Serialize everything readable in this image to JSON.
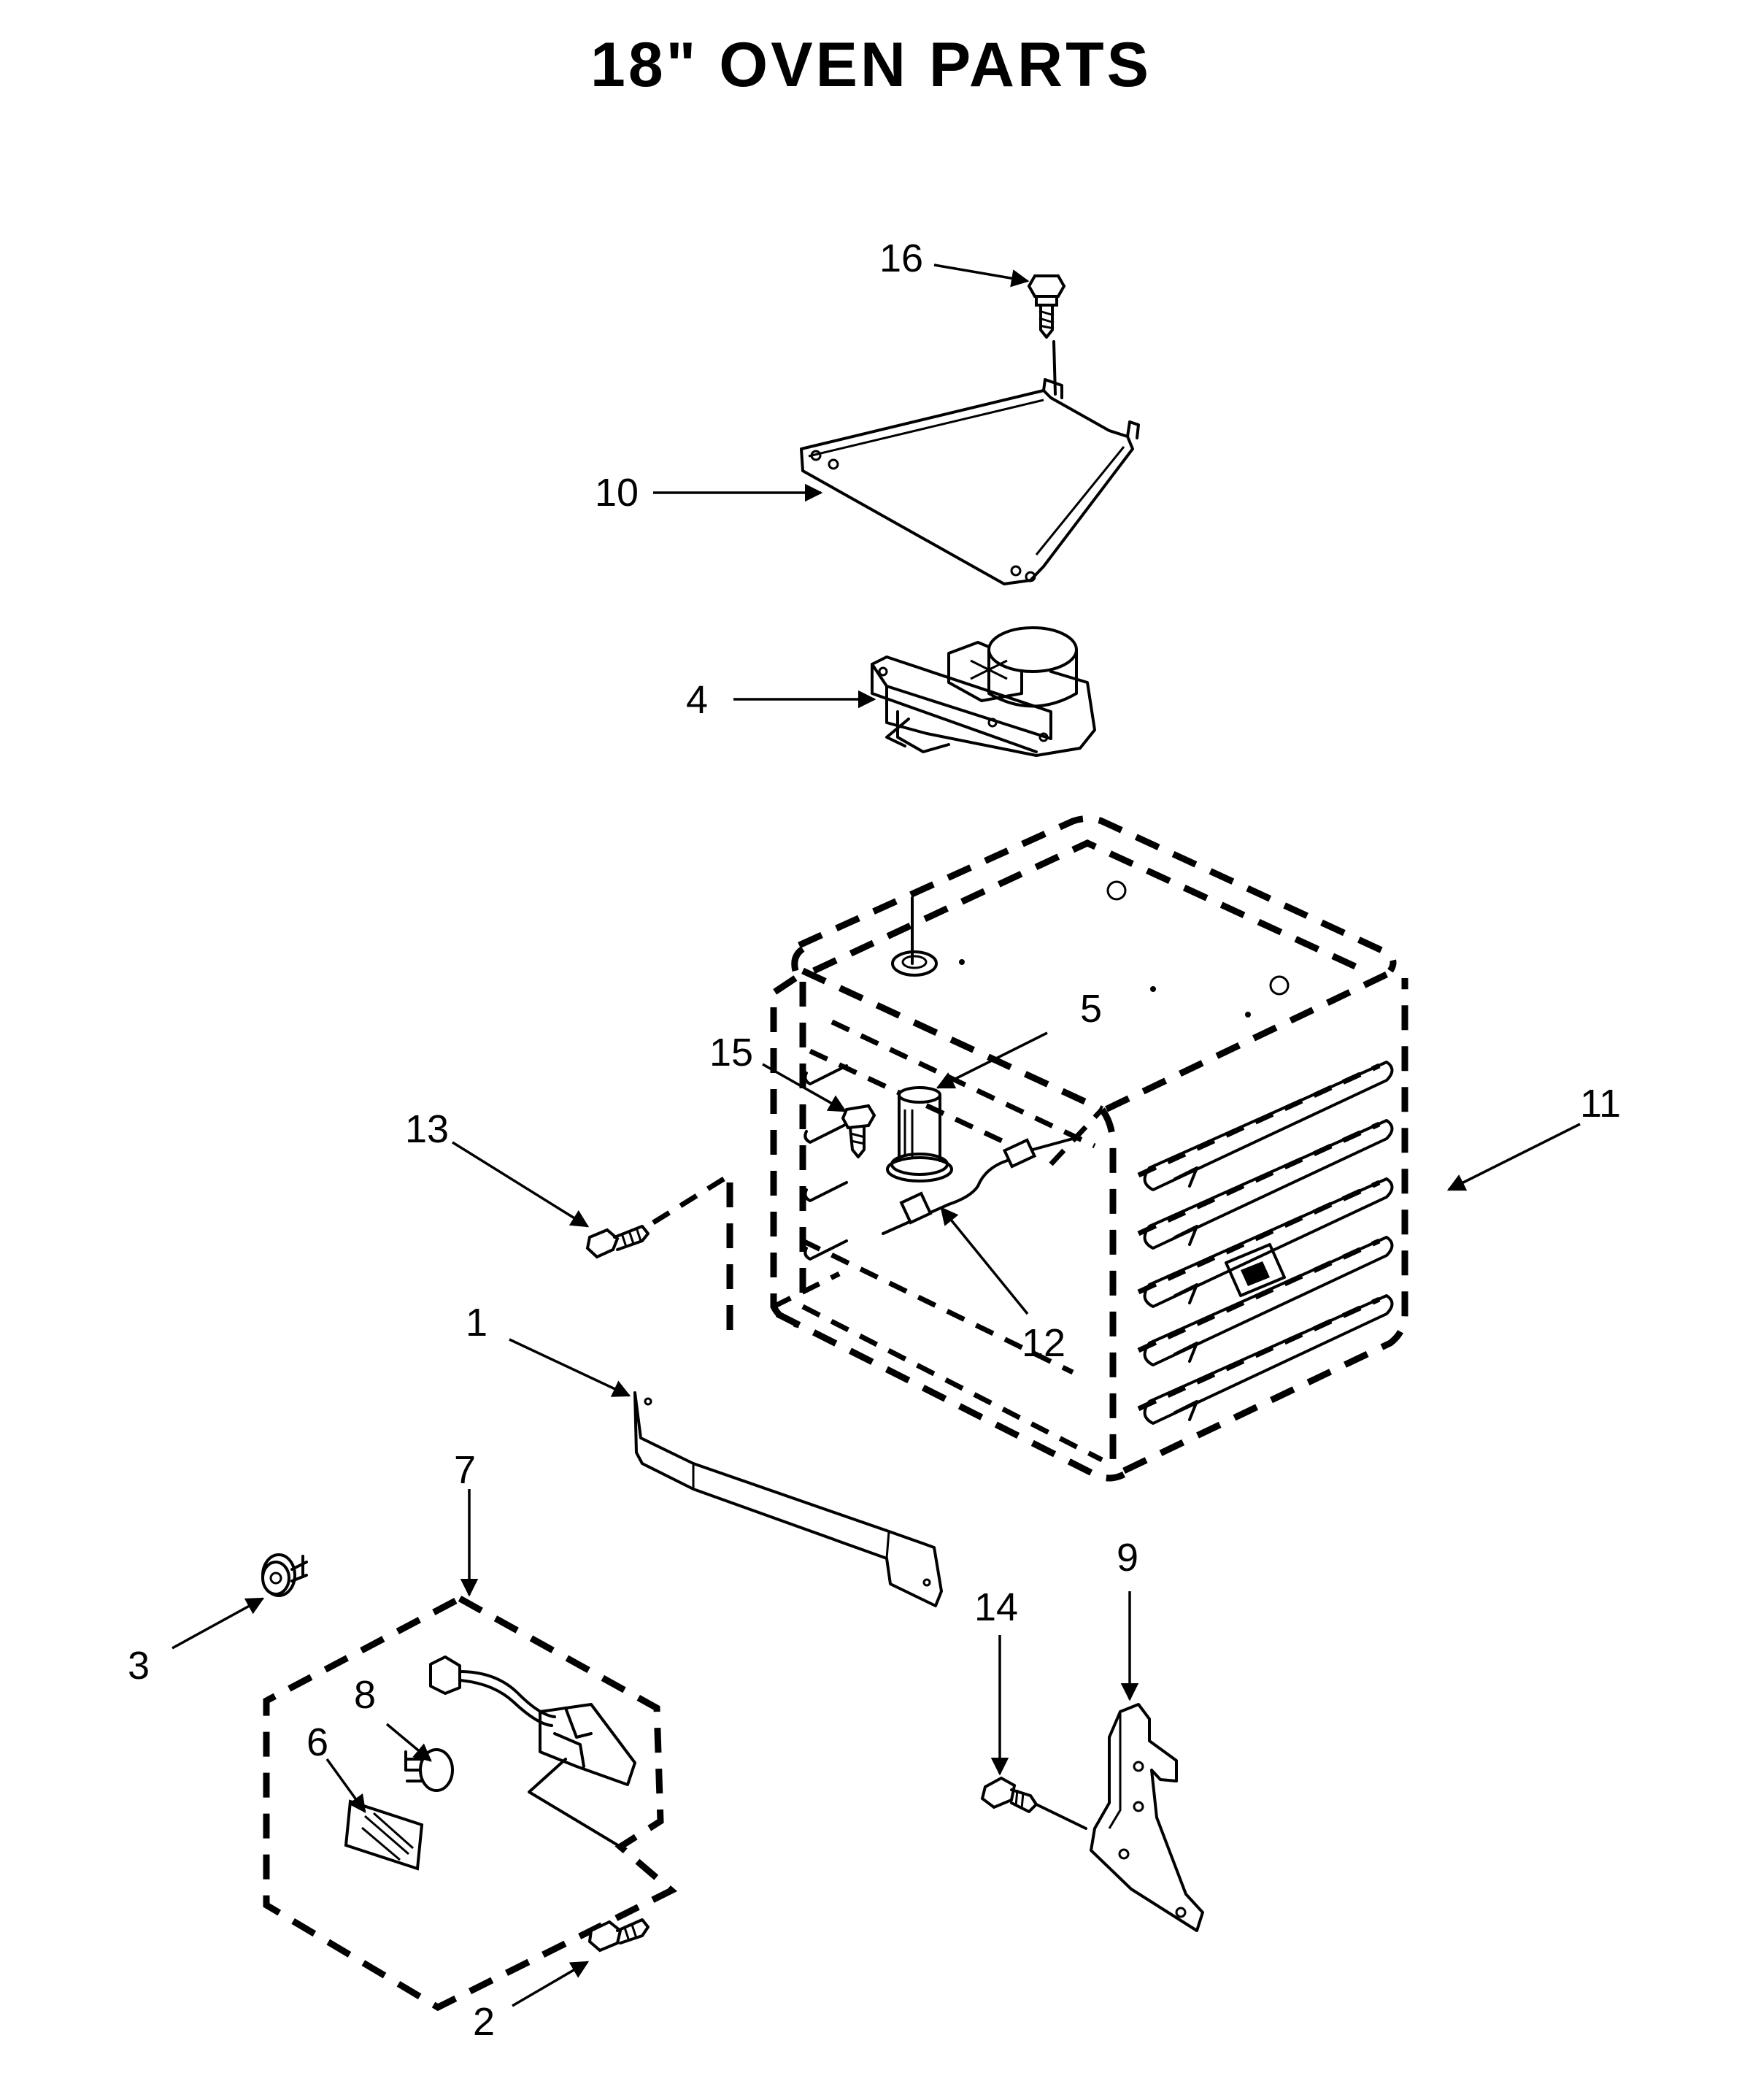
{
  "title": "18\" OVEN PARTS",
  "callouts": [
    {
      "id": "1",
      "label": "1"
    },
    {
      "id": "2",
      "label": "2"
    },
    {
      "id": "3",
      "label": "3"
    },
    {
      "id": "4",
      "label": "4"
    },
    {
      "id": "5",
      "label": "5"
    },
    {
      "id": "6",
      "label": "6"
    },
    {
      "id": "7",
      "label": "7"
    },
    {
      "id": "8",
      "label": "8"
    },
    {
      "id": "9",
      "label": "9"
    },
    {
      "id": "10",
      "label": "10"
    },
    {
      "id": "11",
      "label": "11"
    },
    {
      "id": "12",
      "label": "12"
    },
    {
      "id": "13",
      "label": "13"
    },
    {
      "id": "14",
      "label": "14"
    },
    {
      "id": "15",
      "label": "15"
    },
    {
      "id": "16",
      "label": "16"
    }
  ]
}
